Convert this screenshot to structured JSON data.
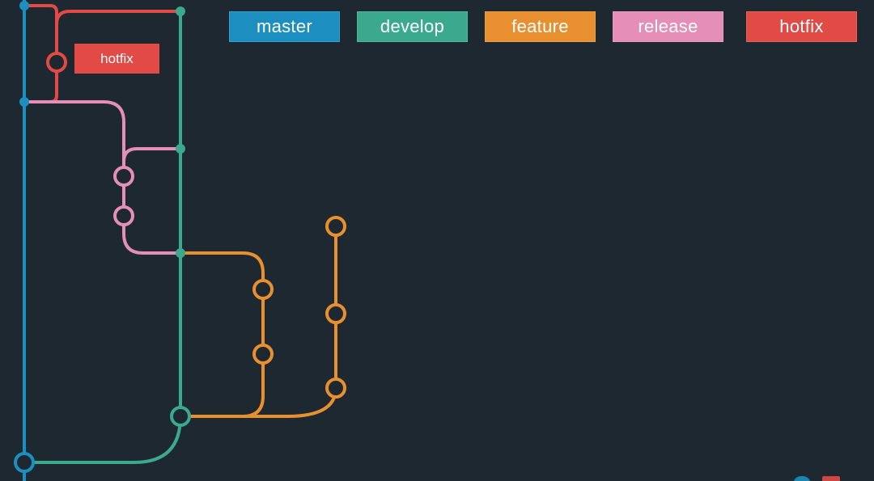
{
  "colors": {
    "background": "#1e2830",
    "master": "#1c8fc0",
    "develop": "#3aa98e",
    "feature": "#e8902f",
    "release": "#e48eb8",
    "hotfix": "#e24a45"
  },
  "legend": [
    {
      "key": "master",
      "label": "master",
      "color": "#1c8fc0"
    },
    {
      "key": "develop",
      "label": "develop",
      "color": "#3aa98e"
    },
    {
      "key": "feature",
      "label": "feature",
      "color": "#e8902f"
    },
    {
      "key": "release",
      "label": "release",
      "color": "#e48eb8"
    },
    {
      "key": "hotfix",
      "label": "hotfix",
      "color": "#e24a45"
    }
  ],
  "hotfix_tag": {
    "label": "hotfix",
    "color": "#e24a45"
  },
  "watermark": {
    "icons": [
      "logo-icon",
      "logo-icon-secondary"
    ]
  }
}
